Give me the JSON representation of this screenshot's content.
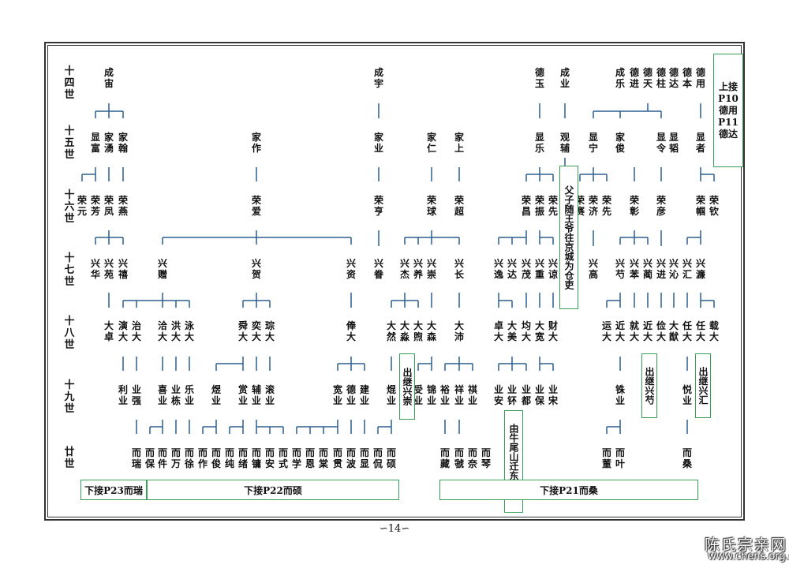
{
  "generations": [
    {
      "id": "g14",
      "label": "十四世"
    },
    {
      "id": "g15",
      "label": "十五世"
    },
    {
      "id": "g16",
      "label": "十六世"
    },
    {
      "id": "g17",
      "label": "十七世"
    },
    {
      "id": "g18",
      "label": "十八世"
    },
    {
      "id": "g19",
      "label": "十九世"
    },
    {
      "id": "g20",
      "label": "廿世"
    }
  ],
  "g14": [
    "成宙",
    "成宇",
    "德玉",
    "成业",
    "成乐",
    "德进",
    "德天",
    "德柱",
    "德达",
    "德本",
    "德用"
  ],
  "g15": [
    "显富",
    "家湧",
    "家翰",
    "家作",
    "家业",
    "家仁",
    "家上",
    "显乐",
    "观辅",
    "显宁",
    "家俊",
    "显令",
    "显韬",
    "显者"
  ],
  "g16": [
    "荣元",
    "荣芳",
    "荣凤",
    "荣燕",
    "荣爱",
    "荣亨",
    "荣球",
    "荣超",
    "荣昌",
    "荣振",
    "荣先",
    "荣赛",
    "荣济",
    "荣先",
    "荣彰",
    "荣彦",
    "荣帼",
    "荣钦"
  ],
  "g17": [
    "兴华",
    "兴苑",
    "兴禧",
    "兴赠",
    "兴贺",
    "兴资",
    "兴眷",
    "兴杰",
    "兴养",
    "兴崇",
    "兴长",
    "兴逸",
    "兴达",
    "兴茂",
    "兴重",
    "兴谅",
    "兴高",
    "兴芍",
    "兴苯",
    "兴蔺",
    "兴进",
    "兴沁",
    "兴汇",
    "兴濂"
  ],
  "g18": [
    "大卓",
    "演大",
    "治大",
    "洽大",
    "洪大",
    "泳大",
    "舜大",
    "奕大",
    "琮大",
    "俸大",
    "大然",
    "大淼",
    "大煦",
    "大森",
    "大沛",
    "卓大",
    "大美",
    "均大",
    "大宽",
    "财大",
    "运大",
    "近大",
    "就大",
    "近大",
    "俭大",
    "大猷",
    "任大",
    "任大",
    "载大"
  ],
  "g19": [
    "利业",
    "业强",
    "喜业",
    "业栋",
    "乐业",
    "煜业",
    "赏业",
    "辅业",
    "滚业",
    "宽业",
    "德业",
    "建业",
    "焜业",
    "受业",
    "锦业",
    "裕业",
    "祥业",
    "祺业",
    "业安",
    "业钚",
    "业都",
    "业保",
    "业宋",
    "铢业",
    "悦业"
  ],
  "g20": [
    "而瑞",
    "而保",
    "而件",
    "而万",
    "而徐",
    "而作",
    "而俊",
    "而纯",
    "而绪",
    "而镛",
    "而安",
    "而式",
    "而学",
    "而恩",
    "而棠",
    "而贯",
    "而波",
    "而显",
    "而侃",
    "而硕",
    "而藏",
    "而虢",
    "而奈",
    "而琴",
    "而董",
    "而叶",
    "而桑"
  ],
  "notes": {
    "top_right": "上接P10德用P11德达",
    "father_son": "父子随王爷往京城为仓吏",
    "adopt_xingxiu": "出继兴崇",
    "adopt_xingshao": "出继兴芍",
    "adopt_xinghui": "出继兴汇",
    "niuwei": "由牛尾山迁东坑住"
  },
  "footer_links": {
    "p23": "下接P23而瑞",
    "p22": "下接P22而硕",
    "p21": "下接P21而桑"
  },
  "page_number": "∽14∽",
  "watermark": {
    "title": "陈氏宗亲网",
    "url": "www.chens.org.cn"
  },
  "colors": {
    "line": "#2b5f8f",
    "box": "#3a9e57",
    "text": "#111111"
  }
}
